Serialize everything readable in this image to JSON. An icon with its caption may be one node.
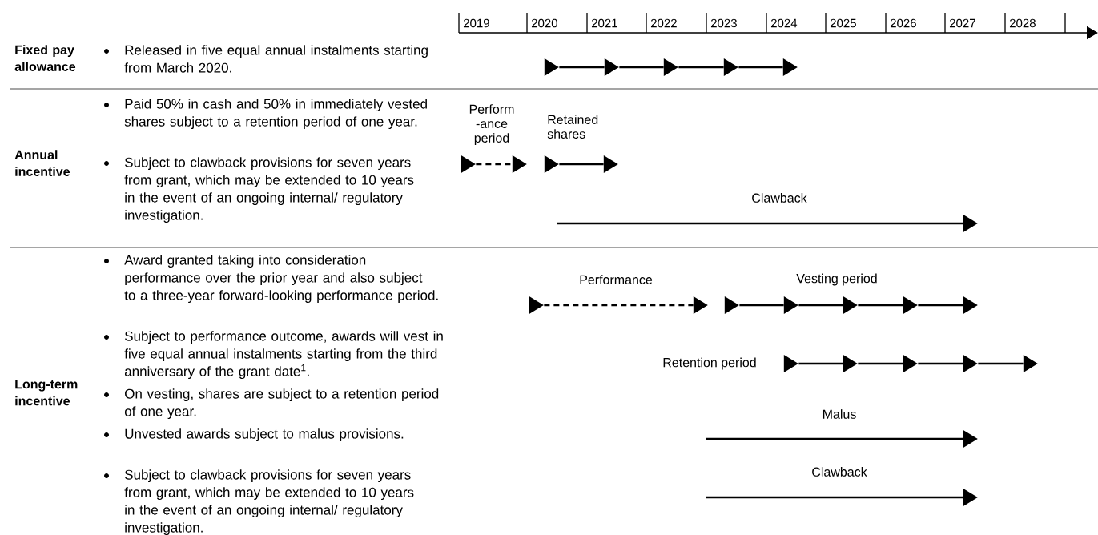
{
  "diagram": {
    "nodes": [
      {
        "text": [],
        "shape": "triangle"
      },
      {
        "text": [],
        "shape": "triangle"
      },
      {
        "text": [],
        "shape": "triangle"
      },
      {
        "text": [],
        "shape": "triangle"
      },
      {
        "text": [],
        "shape": "triangle"
      },
      {
        "text": [],
        "shape": "triangle"
      },
      {
        "text": [],
        "shape": "triangle"
      },
      {
        "text": [],
        "shape": "triangle"
      },
      {
        "text": [],
        "shape": "triangle"
      },
      {
        "text": [],
        "shape": "triangle"
      },
      {
        "text": [],
        "shape": "triangle"
      },
      {
        "text": [],
        "shape": "triangle"
      },
      {
        "text": [],
        "shape": "triangle"
      },
      {
        "text": [],
        "shape": "triangle"
      },
      {
        "text": [],
        "shape": "triangle"
      },
      {
        "text": [],
        "shape": "triangle"
      },
      {
        "text": [],
        "shape": "triangle"
      },
      {
        "text": [],
        "shape": "triangle"
      },
      {
        "text": [],
        "shape": "triangle"
      },
      {
        "text": [],
        "shape": "triangle"
      },
      {
        "text": [],
        "shape": "triangle"
      },
      {
        "text": [],
        "shape": "triangle"
      },
      {
        "text": [],
        "shape": "triangle"
      },
      {
        "text": [],
        "shape": "triangle"
      }
    ],
    "edges": [
      {
        "from": 0,
        "to": 1,
        "arrow": "none"
      },
      {
        "from": 1,
        "to": 2,
        "arrow": "none"
      },
      {
        "from": 2,
        "to": 3,
        "arrow": "none"
      },
      {
        "from": 3,
        "to": 4,
        "arrow": "none"
      },
      {
        "from": 5,
        "to": 6,
        "arrow": "none",
        "style": "dashed"
      },
      {
        "from": 7,
        "to": 8,
        "arrow": "none"
      },
      {
        "from": null,
        "to": 9,
        "arrow": "none"
      },
      {
        "from": 10,
        "to": 11,
        "arrow": "none",
        "style": "dashed"
      },
      {
        "from": 12,
        "to": 13,
        "arrow": "none"
      },
      {
        "from": 13,
        "to": 14,
        "arrow": "none"
      },
      {
        "from": 14,
        "to": 15,
        "arrow": "none"
      },
      {
        "from": 15,
        "to": 16,
        "arrow": "none"
      },
      {
        "from": 17,
        "to": 18,
        "arrow": "none"
      },
      {
        "from": 18,
        "to": 19,
        "arrow": "none"
      },
      {
        "from": 19,
        "to": 20,
        "arrow": "none"
      },
      {
        "from": 20,
        "to": 21,
        "arrow": "none"
      },
      {
        "from": null,
        "to": 22,
        "arrow": "none"
      },
      {
        "from": null,
        "to": 23,
        "arrow": "none"
      }
    ],
    "labels": [
      "2019",
      "2020",
      "2021",
      "2022",
      "2023",
      "2024",
      "2025",
      "2026",
      "2027",
      "2028",
      "Fixed pay allowance",
      "Released in five equal annual instalments starting from March 2020.",
      "Annual incentive",
      "Paid 50% in cash and 50% in immediately vested shares subject to a retention period of one year.",
      "Subject to clawback provisions for seven years from grant, which may be extended to 10 years in the event of an ongoing internal/ regulatory investigation.",
      "Perform -ance period",
      "Retained shares",
      "Clawback",
      "Long-term incentive",
      "Award granted taking into consideration performance over the prior year and also subject to a three-year forward-looking performance period.",
      "Subject to performance outcome, awards will vest in five equal annual instalments starting from the third anniversary of the grant date$^{1}$.",
      "On vesting, shares are subject to a retention period of one year.",
      "Unvested awards subject to malus provisions.",
      "Subject to clawback provisions for seven years from grant, which may be extended to 10 years in the event of an ongoing internal/ regulatory investigation.",
      "Performance",
      "Vesting period",
      "Retention period",
      "Malus",
      "Clawback"
    ]
  }
}
